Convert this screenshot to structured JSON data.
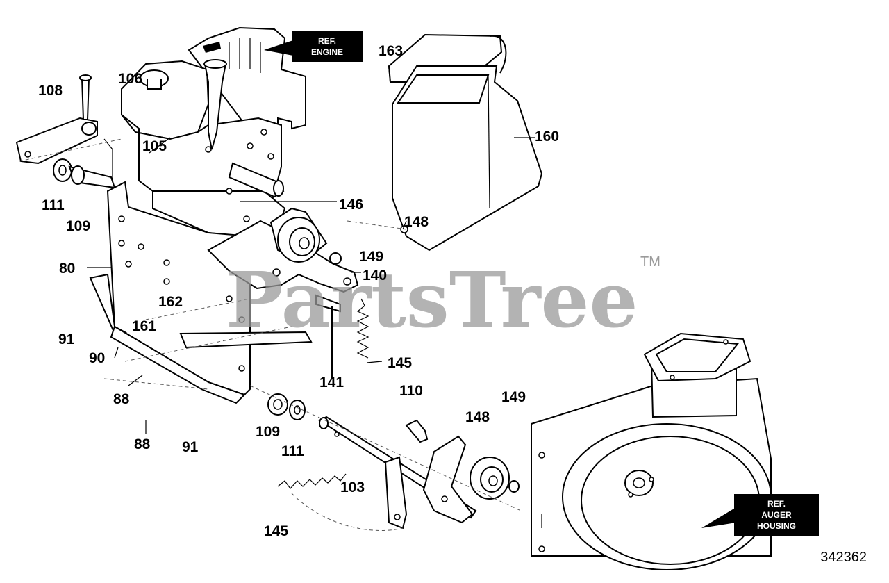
{
  "diagram": {
    "part_labels": [
      "163",
      "160",
      "106",
      "108",
      "105",
      "146",
      "111",
      "109",
      "148",
      "80",
      "149",
      "140",
      "162",
      "161",
      "91",
      "90",
      "145",
      "141",
      "110",
      "149",
      "148",
      "88",
      "109",
      "111",
      "88",
      "91",
      "103",
      "145"
    ],
    "ref_boxes": [
      [
        "REF.",
        "ENGINE"
      ],
      [
        "REF.",
        "AUGER",
        "HOUSING"
      ]
    ],
    "watermark": "PartsTree",
    "trademark": "TM",
    "document_number": "342362"
  },
  "colors": {
    "ink": "#000000",
    "watermark": "#9a9a9a",
    "paper": "#ffffff"
  }
}
